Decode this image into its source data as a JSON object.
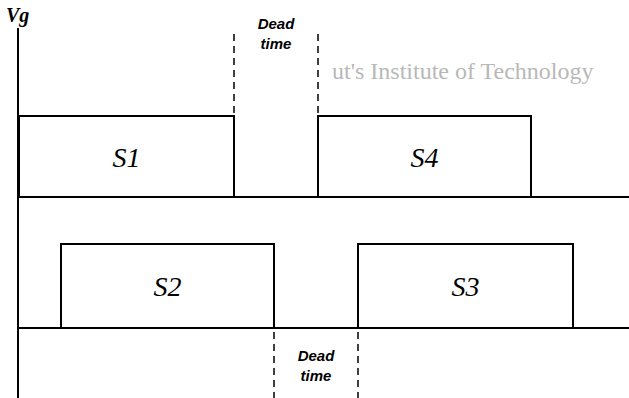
{
  "diagram": {
    "nodes": [
      {
        "text": [
          "S1"
        ]
      },
      {
        "text": [
          "S4"
        ]
      },
      {
        "text": [
          "S2"
        ]
      },
      {
        "text": [
          "S3"
        ]
      }
    ],
    "labels": [
      "Vg",
      "Dead time",
      "Dead time",
      "ut's Institute of Technology"
    ]
  }
}
